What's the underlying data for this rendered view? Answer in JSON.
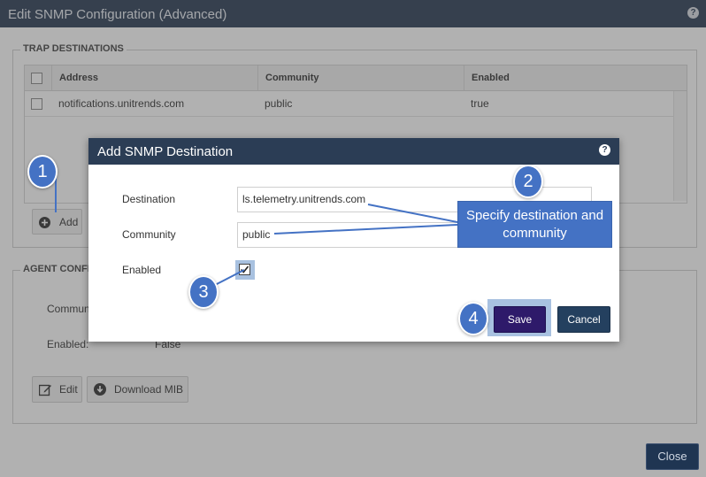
{
  "window": {
    "title": "Edit SNMP Configuration (Advanced)",
    "help": "?"
  },
  "trap_destinations": {
    "legend": "TRAP DESTINATIONS",
    "columns": [
      "Address",
      "Community",
      "Enabled"
    ],
    "rows": [
      {
        "address": "notifications.unitrends.com",
        "community": "public",
        "enabled": "true"
      }
    ],
    "add_label": "Add"
  },
  "agent": {
    "legend": "AGENT CONFI",
    "community_label": "Commun",
    "enabled_label": "Enabled:",
    "enabled_value": "False",
    "edit_label": "Edit",
    "download_mib_label": "Download MIB"
  },
  "footer": {
    "close_label": "Close"
  },
  "modal": {
    "title": "Add SNMP Destination",
    "help": "?",
    "destination_label": "Destination",
    "destination_value": "ls.telemetry.unitrends.com",
    "community_label": "Community",
    "community_value": "public",
    "enabled_label": "Enabled",
    "enabled_checked": true,
    "save_label": "Save",
    "cancel_label": "Cancel"
  },
  "annotations": {
    "badges": [
      "1",
      "2",
      "3",
      "4"
    ],
    "callout": "Specify destination and community"
  },
  "colors": {
    "header": "#2b3d55",
    "save": "#2e1a6a",
    "cancel": "#24405f",
    "annotation": "#4472c4"
  }
}
